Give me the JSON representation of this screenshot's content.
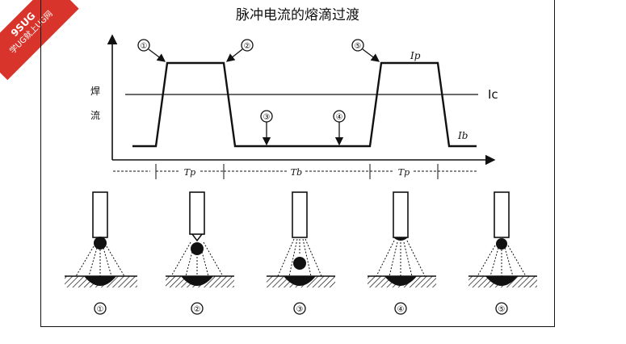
{
  "title": "脉冲电流的熔滴过渡",
  "watermark": {
    "line1": "9SUG",
    "line2": "学UG就上UG网"
  },
  "graph": {
    "y_label_top": "焊",
    "y_label_bottom": "流",
    "ic_label": "Ic",
    "ip_label": "Ip",
    "ib_label": "Ib",
    "markers": [
      "①",
      "②",
      "③",
      "④",
      "⑤"
    ],
    "intervals": [
      "Tp",
      "Tb",
      "Tp"
    ]
  },
  "stages": [
    "①",
    "②",
    "③",
    "④",
    "⑤"
  ]
}
